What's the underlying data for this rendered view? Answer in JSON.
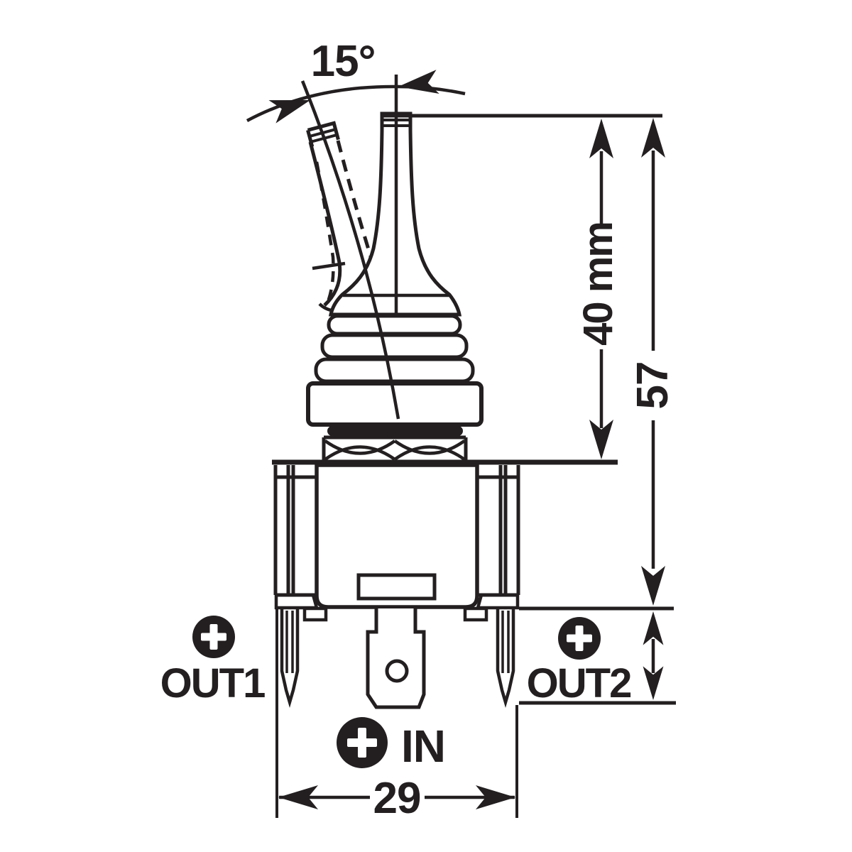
{
  "diagram": {
    "title": "Toggle switch dimensional drawing",
    "colors": {
      "ink": "#231f20",
      "background": "#ffffff"
    },
    "dimensions": {
      "angle": "15°",
      "lever_height": "40 mm",
      "total_height": "57",
      "body_width": "29"
    },
    "terminals": {
      "out1": "OUT1",
      "out2": "OUT2",
      "in": "IN"
    },
    "icons": {
      "plus": "+"
    }
  }
}
